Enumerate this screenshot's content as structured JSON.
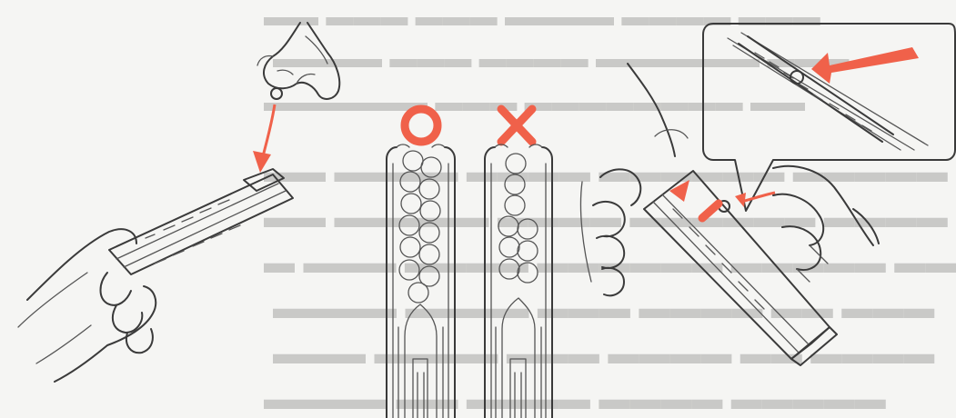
{
  "accent_color": "#f0614a",
  "diagram": {
    "left_panel": "insert-ball-into-magazine",
    "middle_panel_correct_symbol": "O",
    "middle_panel_wrong_symbol": "X",
    "right_panel": "detail-callout-ball-in-slot"
  }
}
